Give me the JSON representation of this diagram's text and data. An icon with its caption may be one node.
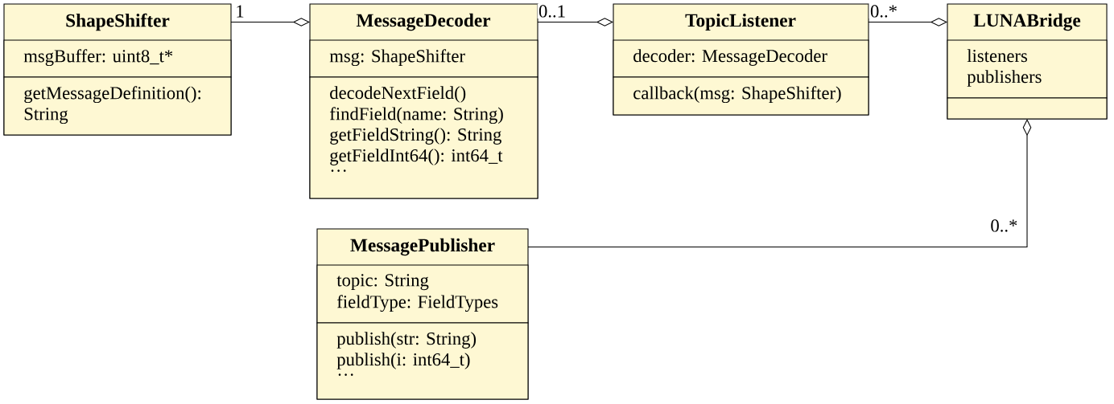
{
  "diagram": {
    "nodes": [
      {
        "text": [
          "ShapeShifter"
        ]
      },
      {
        "text": [
          "msgBuffer: uint8_t*"
        ],
        "in": 0
      },
      {
        "text": [
          "getMessageDefinition(): String"
        ],
        "in": 0
      },
      {
        "text": [
          "MessageDecoder"
        ]
      },
      {
        "text": [
          "msg: ShapeShifter"
        ],
        "in": 3
      },
      {
        "text": [
          "decodeNextField()",
          "findField(name: String)",
          "getFieldString(): String",
          "getFieldInt64(): int64_t",
          "…"
        ],
        "in": 3
      },
      {
        "text": [
          "TopicListener"
        ]
      },
      {
        "text": [
          "decoder: MessageDecoder"
        ],
        "in": 6
      },
      {
        "text": [
          "callback(msg: ShapeShifter)"
        ],
        "in": 6
      },
      {
        "text": [
          "LUNABridge"
        ]
      },
      {
        "text": [
          "listeners",
          "publishers"
        ],
        "in": 9
      },
      {
        "text": [],
        "shape": "box",
        "in": 9
      },
      {
        "text": [
          "MessagePublisher"
        ]
      },
      {
        "text": [
          "topic: String",
          "fieldType: FieldTypes"
        ],
        "in": 12
      },
      {
        "text": [
          "publish(str: String)",
          "publish(i: int64_t)",
          "…"
        ],
        "in": 12
      }
    ],
    "edges": [
      {
        "from": 0,
        "to": 3,
        "arrow": "other",
        "label": "1"
      },
      {
        "from": 3,
        "to": 6,
        "arrow": "other",
        "label": "0..1"
      },
      {
        "from": 6,
        "to": 9,
        "arrow": "other",
        "label": "0..*"
      },
      {
        "from": 12,
        "to": 9,
        "arrow": "other",
        "label": "0..*"
      }
    ]
  }
}
